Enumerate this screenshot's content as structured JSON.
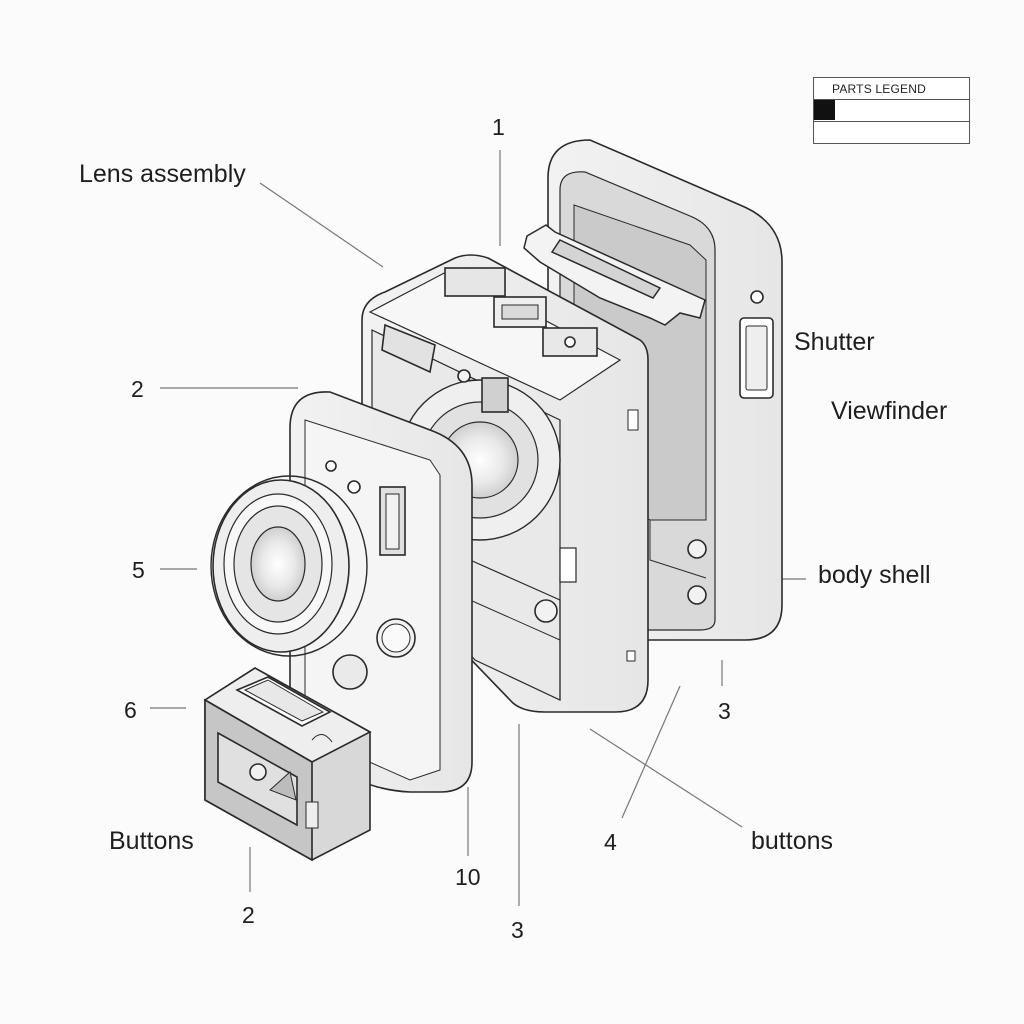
{
  "legend": {
    "title": "PARTS LEGEND",
    "swatch_color": "#111111"
  },
  "labels": {
    "lens_assembly": "Lens assembly",
    "shutter": "Shutter",
    "viewfinder": "Viewfinder",
    "body_shell": "body shell",
    "buttons_left": "Buttons",
    "buttons_right": "buttons",
    "n1": "1",
    "n2_left": "2",
    "n5": "5",
    "n6": "6",
    "n3_right": "3",
    "n4": "4",
    "n10": "10",
    "n3_bottom": "3",
    "n2_bottom": "2"
  },
  "colors": {
    "line": "#2a2a2a",
    "leader": "#777777",
    "face": "#f4f4f4",
    "shade": "#e3e3e3",
    "dark": "#cfcfcf"
  }
}
